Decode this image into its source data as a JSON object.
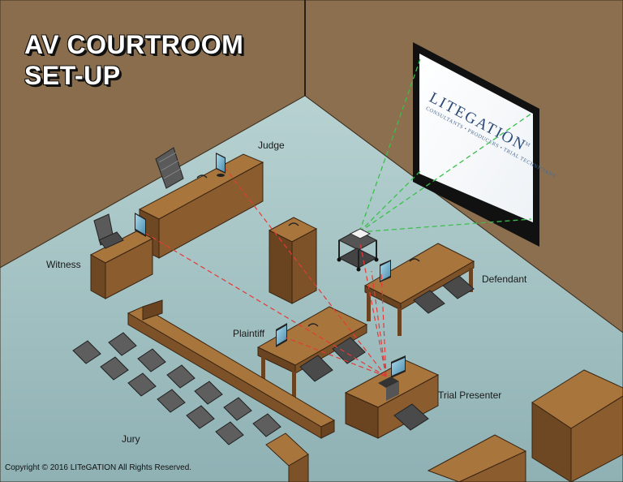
{
  "title": {
    "line1": "AV COURTROOM",
    "line2": "SET-UP"
  },
  "labels": {
    "judge": "Judge",
    "witness": "Witness",
    "defendant": "Defendant",
    "plaintiff": "Plaintiff",
    "trial_presenter": "Trial Presenter",
    "jury": "Jury"
  },
  "screen_logo": {
    "wordmark": "LITEGATION",
    "tagline": "CONSULTANTS • PRODUCERS • TRIAL TECHNICIANS",
    "trademark": "TM"
  },
  "copyright": "Copyright © 2016 LITeGATION All Rights Reserved.",
  "colors": {
    "wall": "#8a6d4c",
    "floor": "#9dbdbf",
    "wood": "#8b5e2e",
    "red_connection": "#e53935",
    "green_projection": "#39c04a"
  }
}
